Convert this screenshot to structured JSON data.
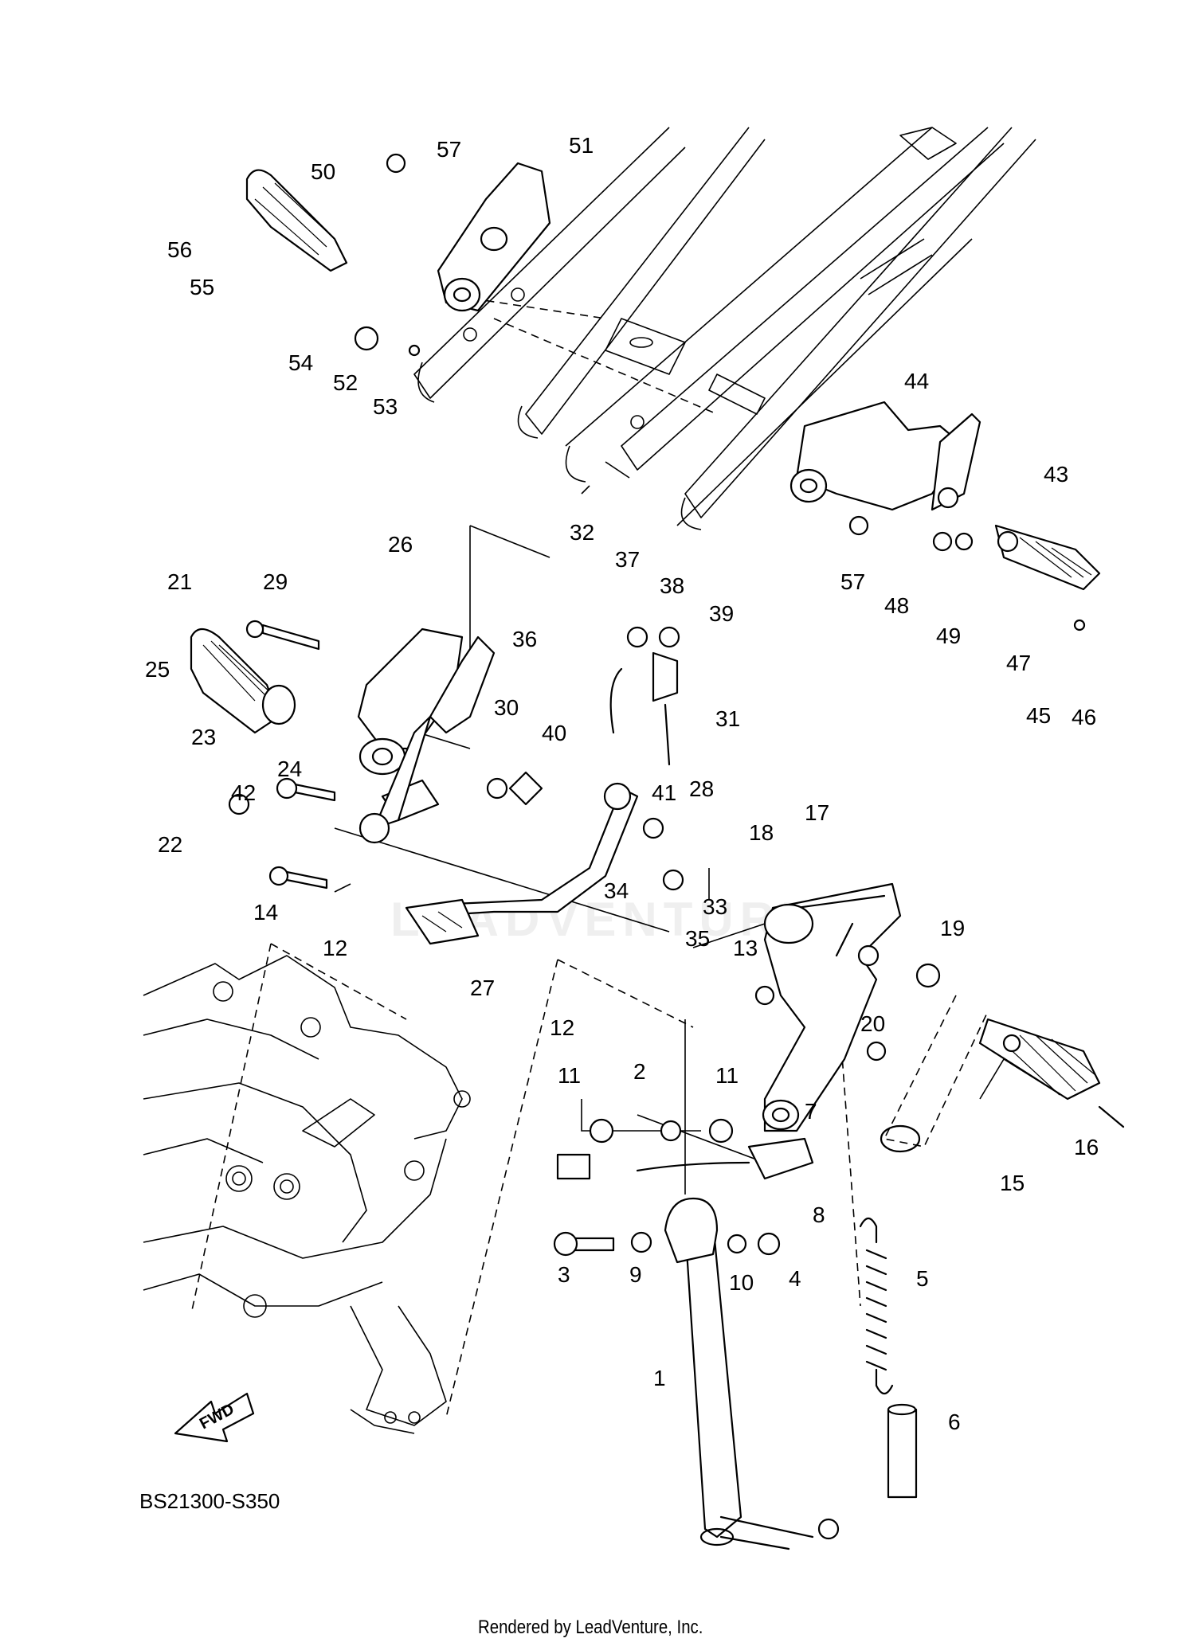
{
  "diagram": {
    "code": "BS21300-S350",
    "credit": "Rendered by LeadVenture, Inc.",
    "watermark": "LEADVENTURE",
    "fwd_label": "FWD",
    "callouts": [
      {
        "id": "c1",
        "text": "1"
      },
      {
        "id": "c2",
        "text": "2"
      },
      {
        "id": "c3",
        "text": "3"
      },
      {
        "id": "c4",
        "text": "4"
      },
      {
        "id": "c5",
        "text": "5"
      },
      {
        "id": "c6",
        "text": "6"
      },
      {
        "id": "c7",
        "text": "7"
      },
      {
        "id": "c8",
        "text": "8"
      },
      {
        "id": "c9",
        "text": "9"
      },
      {
        "id": "c10",
        "text": "10"
      },
      {
        "id": "c11a",
        "text": "11"
      },
      {
        "id": "c11b",
        "text": "11"
      },
      {
        "id": "c12a",
        "text": "12"
      },
      {
        "id": "c12b",
        "text": "12"
      },
      {
        "id": "c13",
        "text": "13"
      },
      {
        "id": "c14",
        "text": "14"
      },
      {
        "id": "c15",
        "text": "15"
      },
      {
        "id": "c16",
        "text": "16"
      },
      {
        "id": "c17",
        "text": "17"
      },
      {
        "id": "c18",
        "text": "18"
      },
      {
        "id": "c19",
        "text": "19"
      },
      {
        "id": "c20",
        "text": "20"
      },
      {
        "id": "c21",
        "text": "21"
      },
      {
        "id": "c22",
        "text": "22"
      },
      {
        "id": "c23",
        "text": "23"
      },
      {
        "id": "c24",
        "text": "24"
      },
      {
        "id": "c25",
        "text": "25"
      },
      {
        "id": "c26",
        "text": "26"
      },
      {
        "id": "c27",
        "text": "27"
      },
      {
        "id": "c28",
        "text": "28"
      },
      {
        "id": "c29",
        "text": "29"
      },
      {
        "id": "c30",
        "text": "30"
      },
      {
        "id": "c31",
        "text": "31"
      },
      {
        "id": "c32",
        "text": "32"
      },
      {
        "id": "c33",
        "text": "33"
      },
      {
        "id": "c34",
        "text": "34"
      },
      {
        "id": "c35",
        "text": "35"
      },
      {
        "id": "c36",
        "text": "36"
      },
      {
        "id": "c37",
        "text": "37"
      },
      {
        "id": "c38",
        "text": "38"
      },
      {
        "id": "c39",
        "text": "39"
      },
      {
        "id": "c40",
        "text": "40"
      },
      {
        "id": "c41",
        "text": "41"
      },
      {
        "id": "c42",
        "text": "42"
      },
      {
        "id": "c43",
        "text": "43"
      },
      {
        "id": "c44",
        "text": "44"
      },
      {
        "id": "c45",
        "text": "45"
      },
      {
        "id": "c46",
        "text": "46"
      },
      {
        "id": "c47",
        "text": "47"
      },
      {
        "id": "c48",
        "text": "48"
      },
      {
        "id": "c49",
        "text": "49"
      },
      {
        "id": "c50",
        "text": "50"
      },
      {
        "id": "c51",
        "text": "51"
      },
      {
        "id": "c52",
        "text": "52"
      },
      {
        "id": "c53",
        "text": "53"
      },
      {
        "id": "c54",
        "text": "54"
      },
      {
        "id": "c55",
        "text": "55"
      },
      {
        "id": "c56",
        "text": "56"
      },
      {
        "id": "c57a",
        "text": "57"
      },
      {
        "id": "c57b",
        "text": "57"
      }
    ]
  }
}
